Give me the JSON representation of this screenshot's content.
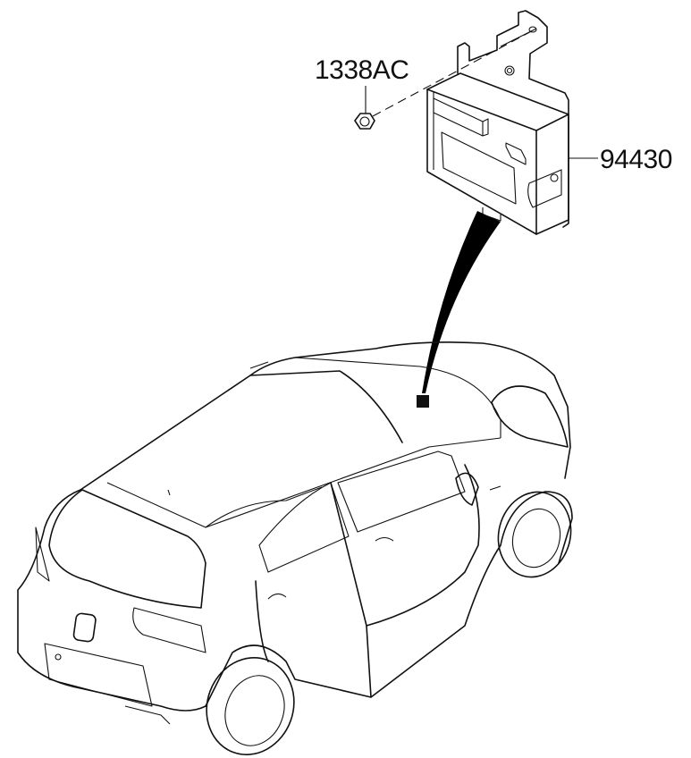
{
  "diagram": {
    "callouts": [
      {
        "part_number": "1338AC",
        "part": "nut"
      },
      {
        "part_number": "94430",
        "part": "module"
      }
    ]
  }
}
